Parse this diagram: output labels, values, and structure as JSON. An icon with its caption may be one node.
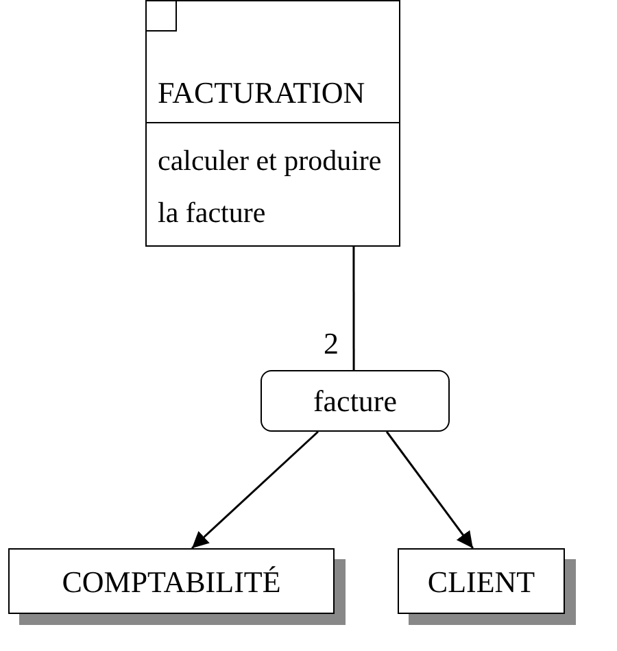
{
  "diagram": {
    "nodes": [
      {
        "text": [
          "FACTURATION",
          "calculer et produire la facture"
        ]
      },
      {
        "text": [
          "facture"
        ]
      },
      {
        "text": [
          "COMPTABILITÉ"
        ]
      },
      {
        "text": [
          "CLIENT"
        ]
      }
    ],
    "edges": [
      {
        "from": 0,
        "to": 1,
        "arrow": "none",
        "label": "2"
      },
      {
        "from": 1,
        "to": 2,
        "arrow": "to"
      },
      {
        "from": 1,
        "to": 3,
        "arrow": "to"
      }
    ]
  }
}
